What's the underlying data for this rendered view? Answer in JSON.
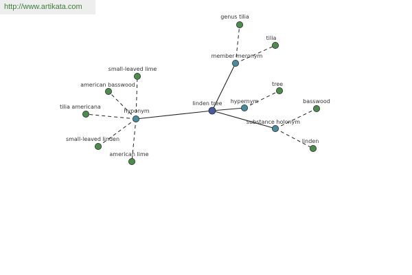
{
  "source_url": "http://www.artikata.com",
  "graph": {
    "nodes": [
      {
        "key": "linden-tree",
        "label": "linden tree",
        "kind": "root"
      },
      {
        "key": "hyponym",
        "label": "hyponym",
        "kind": "relation"
      },
      {
        "key": "hypernym",
        "label": "hypernym",
        "kind": "relation"
      },
      {
        "key": "member-meronym",
        "label": "member meronym",
        "kind": "relation"
      },
      {
        "key": "substance-holonym",
        "label": "substance holonym",
        "kind": "relation"
      },
      {
        "key": "genus-tilia",
        "label": "genus tilia",
        "kind": "term"
      },
      {
        "key": "tilia",
        "label": "tilia",
        "kind": "term"
      },
      {
        "key": "tree",
        "label": "tree",
        "kind": "term"
      },
      {
        "key": "basswood",
        "label": "basswood",
        "kind": "term"
      },
      {
        "key": "linden",
        "label": "linden",
        "kind": "term"
      },
      {
        "key": "small-leaved-lime",
        "label": "small-leaved lime",
        "kind": "term"
      },
      {
        "key": "american-basswood",
        "label": "american basswood",
        "kind": "term"
      },
      {
        "key": "tilia-americana",
        "label": "tilia americana",
        "kind": "term"
      },
      {
        "key": "small-leaved-linden",
        "label": "small-leaved linden",
        "kind": "term"
      },
      {
        "key": "american-lime",
        "label": "american lime",
        "kind": "term"
      }
    ],
    "edges": [
      {
        "from": "linden-tree",
        "to": "hyponym",
        "style": "solid"
      },
      {
        "from": "linden-tree",
        "to": "hypernym",
        "style": "solid"
      },
      {
        "from": "linden-tree",
        "to": "member-meronym",
        "style": "solid"
      },
      {
        "from": "linden-tree",
        "to": "substance-holonym",
        "style": "solid"
      },
      {
        "from": "member-meronym",
        "to": "genus-tilia",
        "style": "dashed"
      },
      {
        "from": "member-meronym",
        "to": "tilia",
        "style": "dashed"
      },
      {
        "from": "hypernym",
        "to": "tree",
        "style": "dashed"
      },
      {
        "from": "substance-holonym",
        "to": "basswood",
        "style": "dashed"
      },
      {
        "from": "substance-holonym",
        "to": "linden",
        "style": "dashed"
      },
      {
        "from": "hyponym",
        "to": "small-leaved-lime",
        "style": "dashed"
      },
      {
        "from": "hyponym",
        "to": "american-basswood",
        "style": "dashed"
      },
      {
        "from": "hyponym",
        "to": "tilia-americana",
        "style": "dashed"
      },
      {
        "from": "hyponym",
        "to": "small-leaved-linden",
        "style": "dashed"
      },
      {
        "from": "hyponym",
        "to": "american-lime",
        "style": "dashed"
      }
    ]
  },
  "colors": {
    "root": "#4a5a9a",
    "relation": "#4a8a9a",
    "term": "#4e8a4e",
    "node_stroke": "#2a2a2a",
    "edge": "#222222",
    "url_text": "#3c7e3c"
  }
}
